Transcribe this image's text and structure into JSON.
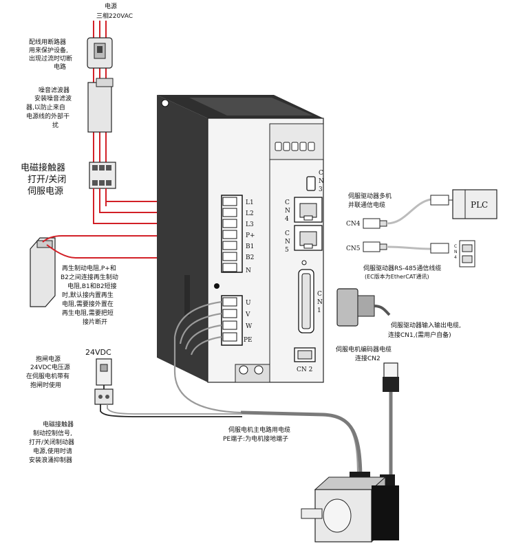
{
  "labels": {
    "power_title": "电源",
    "power_spec": "三相220VAC",
    "breaker_1": "配线用断路器",
    "breaker_2": "用来保护设备,",
    "breaker_3": "出现过流时切断",
    "breaker_4": "电路",
    "filter_1": "噪音滤波器",
    "filter_2": "安装噪音滤波",
    "filter_3": "器,以防止来自",
    "filter_4": "电源线的外部干",
    "filter_5": "扰",
    "contactor_1": "电磁接触器",
    "contactor_2": "打开/关闭",
    "contactor_3": "伺服电源",
    "regen_1": "再生制动电阻,P+和",
    "regen_2": "B2之间连接再生制动",
    "regen_3": "电阻,B1和B2短接",
    "regen_4": "时,默认接内置再生",
    "regen_5": "电阻,需要接外置在",
    "regen_6": "再生电阻,需要把短",
    "regen_7": "接片断开",
    "v24": "24VDC",
    "brake_1": "抱闸电源",
    "brake_2": "24VDC电压源",
    "brake_3": "在伺服电机带有",
    "brake_4": "抱闸时使用",
    "brakesig_1": "电磁接触器",
    "brakesig_2": "制动控制信号,",
    "brakesig_3": "打开/关闭制动器",
    "brakesig_4": "电源,使用时请",
    "brakesig_5": "安装浪涌抑制器",
    "multi_1": "伺服驱动器多机",
    "multi_2": "并联通信电缆",
    "plc": "PLC",
    "cn4_ext": "CN4",
    "cn5_ext": "CN5",
    "rs485_1": "伺服驱动器RS-485通信线缆",
    "rs485_2": "(EC版本为EtherCAT通讯)",
    "io_1": "伺服驱动器输入输出电缆,",
    "io_2": "连接CN1,(需用户自备)",
    "enc_1": "伺服电机编码器电缆",
    "enc_2": "连接CN2",
    "main_1": "伺服电机主电路用电缆",
    "main_2": "PE端子:为电机接地端子",
    "cn1": [
      "C",
      "N",
      "1"
    ],
    "cn2": "CN 2",
    "cn3": [
      "C",
      "N",
      "3"
    ],
    "cn4": [
      "C",
      "N",
      "4"
    ],
    "cn5": [
      "C",
      "N",
      "5"
    ],
    "terms_top": [
      "L1",
      "L2",
      "L3",
      "P+",
      "B1",
      "B2",
      "N"
    ],
    "terms_bottom": [
      "U",
      "V",
      "W",
      "PE"
    ]
  },
  "colors": {
    "wire_red": "#d21f26",
    "wire_gray": "#9a9a9a",
    "drive_dark": "#3a3a3a",
    "drive_face": "#f4f4f4"
  }
}
